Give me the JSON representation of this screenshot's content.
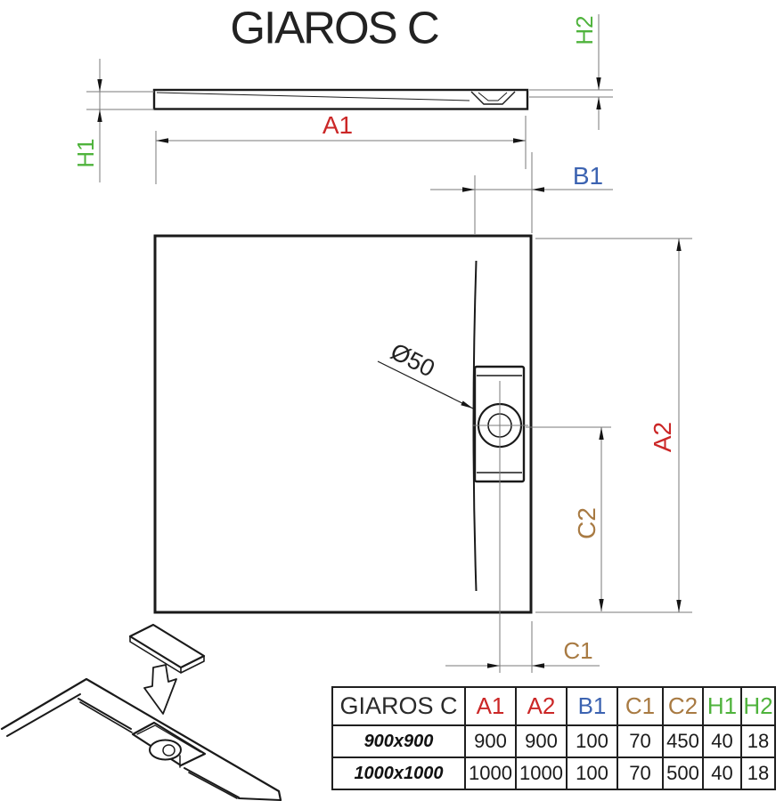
{
  "title": "GIAROS C",
  "labels": {
    "a1": "A1",
    "a2": "A2",
    "b1": "B1",
    "c1": "C1",
    "c2": "C2",
    "h1": "H1",
    "h2": "H2",
    "diameter": "Ø50"
  },
  "colors": {
    "ink": "#1a1a1a",
    "construction": "#7a7a7a",
    "red": "#cb2727",
    "blue": "#3c63b1",
    "brown": "#a87a42",
    "green": "#4fb33c"
  },
  "table": {
    "product": "GIAROS C",
    "columns": [
      "A1",
      "A2",
      "B1",
      "C1",
      "C2",
      "H1",
      "H2"
    ],
    "rows": [
      {
        "size": "900x900",
        "values": [
          "900",
          "900",
          "100",
          "70",
          "450",
          "40",
          "18"
        ]
      },
      {
        "size": "1000x1000",
        "values": [
          "1000",
          "1000",
          "100",
          "70",
          "500",
          "40",
          "18"
        ]
      }
    ]
  }
}
